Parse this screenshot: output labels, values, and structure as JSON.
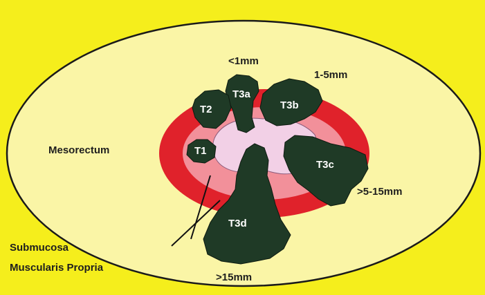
{
  "colors": {
    "background": "#f5ee1c",
    "mesorectum": "#faf5a6",
    "muscularis_propria": "#e0222b",
    "submucosa": "#f2909a",
    "mucosa": "#f2d0e6",
    "tumor": "#1f3a26",
    "outline": "#1a1a1a"
  },
  "labels": {
    "mesorectum": "Mesorectum",
    "submucosa": "Submucosa",
    "muscularis": "Muscularis Propria",
    "depth_lt1": "<1mm",
    "depth_1_5": "1-5mm",
    "depth_5_15": ">5-15mm",
    "depth_gt15": ">15mm"
  },
  "tumors": {
    "t1": "T1",
    "t2": "T2",
    "t3a": "T3a",
    "t3b": "T3b",
    "t3c": "T3c",
    "t3d": "T3d"
  }
}
